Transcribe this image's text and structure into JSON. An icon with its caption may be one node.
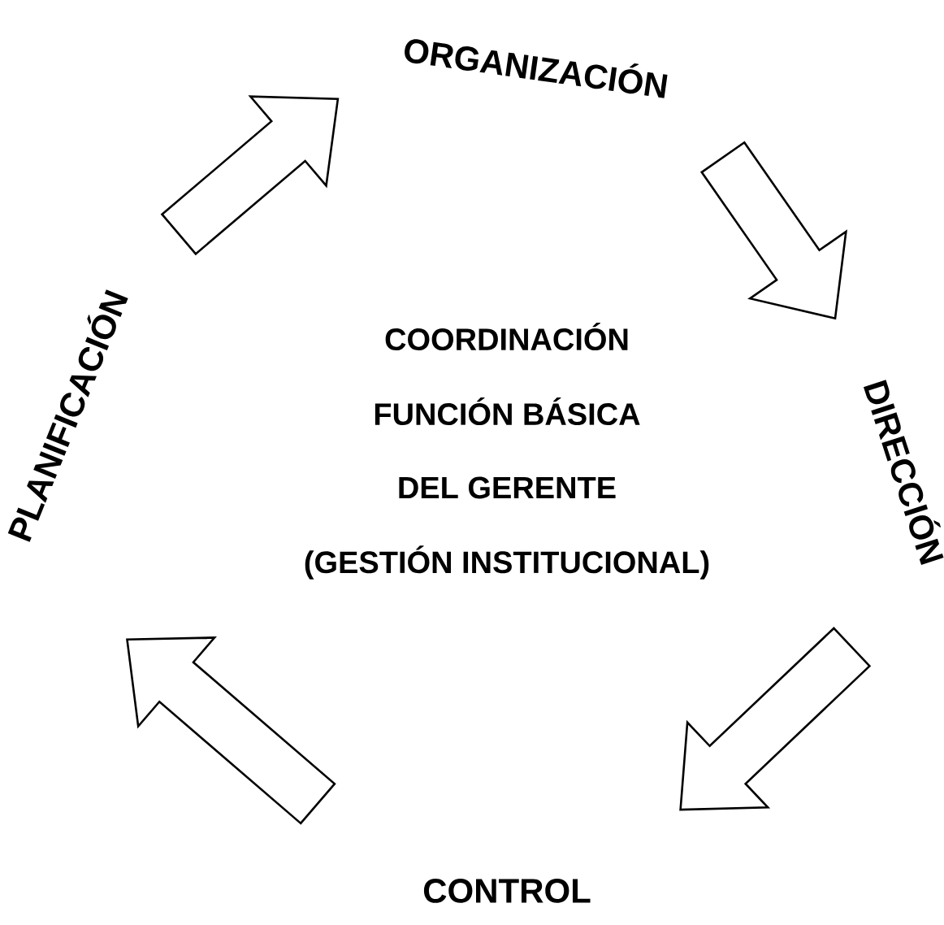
{
  "diagram": {
    "nodes": [
      {
        "text": [
          "PLANIFICACIÓN"
        ]
      },
      {
        "text": [
          "ORGANIZACIÓN"
        ]
      },
      {
        "text": [
          "DIRECCIÓN"
        ]
      },
      {
        "text": [
          "CONTROL"
        ]
      }
    ],
    "edges": [
      {
        "from": 0,
        "to": 1,
        "arrow": "to"
      },
      {
        "from": 1,
        "to": 2,
        "arrow": "to"
      },
      {
        "from": 2,
        "to": 3,
        "arrow": "to"
      },
      {
        "from": 3,
        "to": 0,
        "arrow": "to"
      }
    ],
    "labels": [
      "COORDINACIÓN",
      "FUNCIÓN BÁSICA",
      "DEL GERENTE",
      "(GESTIÓN INSTITUCIONAL)"
    ]
  }
}
